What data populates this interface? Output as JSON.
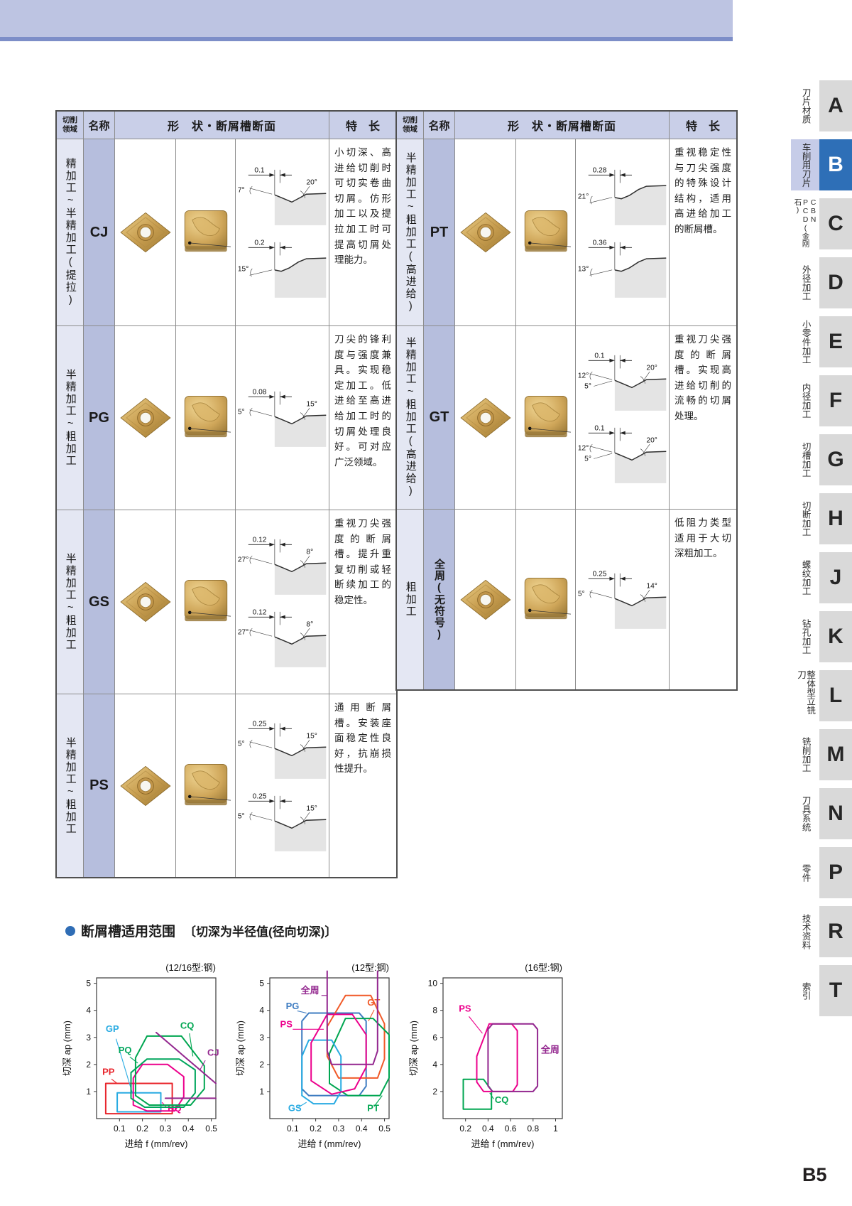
{
  "page_number": "B5",
  "section": {
    "title": "断屑槽适用范围",
    "note": "〔切深为半径值(径向切深)〕"
  },
  "colors": {
    "band": "#bdc4e2",
    "band_line": "#7d8ec8",
    "table_header_bg": "#c9cfe8",
    "area_col_bg": "#e4e7f3",
    "name_col_bg": "#b6bedd",
    "tab_bg": "#d9d9d9",
    "tab_active_bg": "#2e6fb7",
    "active_label_bg": "#c6cce8",
    "bullet": "#2f6db5",
    "insert_gold": "#c9a055"
  },
  "tables": [
    {
      "header": {
        "area": "切削领域",
        "name": "名称",
        "shape": "形　状・断屑槽断面",
        "feature": "特　长"
      },
      "rows": [
        {
          "area": "精加工~半精加工(提拉)",
          "name": "CJ",
          "feature": "小切深、高进给切削时可切实卷曲切屑。仿形加工以及提拉加工时可提高切屑处理能力。",
          "diagrams": [
            {
              "w": "0.1",
              "left": "7°",
              "right": "20°",
              "profile": "dip"
            },
            {
              "w": "0.2",
              "left": "15°",
              "right": "",
              "profile": "ramp"
            }
          ]
        },
        {
          "area": "半精加工~粗加工",
          "name": "PG",
          "feature": "刀尖的锋利度与强度兼具。实现稳定加工。低进给至高进给加工时的切屑处理良好。可对应广泛领域。",
          "diagrams": [
            {
              "w": "0.08",
              "left": "5°",
              "right": "15°",
              "profile": "dip"
            }
          ]
        },
        {
          "area": "半精加工~粗加工",
          "name": "GS",
          "feature": "重视刀尖强度的断屑槽。提升重复切削或轻断续加工的稳定性。",
          "diagrams": [
            {
              "w": "0.12",
              "left": "27°",
              "right": "8°",
              "profile": "dip"
            },
            {
              "w": "0.12",
              "left": "27°",
              "right": "8°",
              "profile": "dip"
            }
          ]
        },
        {
          "area": "半精加工~粗加工",
          "name": "PS",
          "feature": "通用断屑槽。安装座面稳定性良好，抗崩损性提升。",
          "diagrams": [
            {
              "w": "0.25",
              "left": "5°",
              "right": "15°",
              "profile": "dip"
            },
            {
              "w": "0.25",
              "left": "5°",
              "right": "15°",
              "profile": "dip"
            }
          ]
        }
      ]
    },
    {
      "header": {
        "area": "切削领域",
        "name": "名称",
        "shape": "形　状・断屑槽断面",
        "feature": "特　长"
      },
      "rows": [
        {
          "area": "半精加工~粗加工(高进给)",
          "name": "PT",
          "feature": "重视稳定性与刀尖强度的特殊设计结构，适用高进给加工的断屑槽。",
          "diagrams": [
            {
              "w": "0.28",
              "left": "21°",
              "right": "",
              "profile": "ramp"
            },
            {
              "w": "0.36",
              "left": "13°",
              "right": "",
              "profile": "ramp"
            }
          ]
        },
        {
          "area": "半精加工~粗加工(高进给)",
          "name": "GT",
          "feature": "重视刀尖强度的断屑槽。实现高进给切削的流畅的切屑处理。",
          "diagrams": [
            {
              "w": "0.1",
              "left": "12°",
              "left2": "5°",
              "right": "20°",
              "profile": "dip"
            },
            {
              "w": "0.1",
              "left": "12°",
              "left2": "5°",
              "right": "20°",
              "profile": "dip"
            }
          ]
        },
        {
          "area": "粗加工",
          "name": "全周(无符号)",
          "name_vertical": true,
          "feature": "低阻力类型适用于大切深粗加工。",
          "diagrams": [
            {
              "w": "0.25",
              "left": "5°",
              "right": "14°",
              "profile": "dip"
            }
          ]
        }
      ]
    }
  ],
  "sidebar": {
    "items": [
      {
        "letter": "A",
        "label": "刀片材质"
      },
      {
        "letter": "B",
        "label": "车削用刀片",
        "active": true
      },
      {
        "letter": "C",
        "label": "CBN\nPCD(金刚石)",
        "small": true
      },
      {
        "letter": "D",
        "label": "外径加工"
      },
      {
        "letter": "E",
        "label": "小零件加工"
      },
      {
        "letter": "F",
        "label": "内径加工"
      },
      {
        "letter": "G",
        "label": "切槽加工"
      },
      {
        "letter": "H",
        "label": "切断加工"
      },
      {
        "letter": "J",
        "label": "螺纹加工"
      },
      {
        "letter": "K",
        "label": "钻孔加工"
      },
      {
        "letter": "L",
        "label": "整体型立铣刀"
      },
      {
        "letter": "M",
        "label": "铣削加工"
      },
      {
        "letter": "N",
        "label": "刀具系统"
      },
      {
        "letter": "P",
        "label": "零件"
      },
      {
        "letter": "R",
        "label": "技术资料"
      },
      {
        "letter": "T",
        "label": "索引"
      }
    ]
  },
  "chart_data": [
    {
      "type": "area",
      "title": "(12/16型:钢)",
      "xlabel": "进给 f (mm/rev)",
      "ylabel": "切深 ap (mm)",
      "xlim": [
        0,
        0.52
      ],
      "ylim": [
        0,
        5.2
      ],
      "xticks": [
        0.1,
        0.2,
        0.3,
        0.4,
        0.5
      ],
      "yticks": [
        1,
        2,
        3,
        4,
        5
      ],
      "series": [
        {
          "name": "PP",
          "color": "#e8262d",
          "closed": true,
          "points": [
            [
              0.04,
              0.18
            ],
            [
              0.33,
              0.18
            ],
            [
              0.33,
              1.3
            ],
            [
              0.04,
              1.3
            ]
          ],
          "label_pos": [
            0.025,
            1.62
          ],
          "leader": [
            [
              0.065,
              1.46
            ],
            [
              0.09,
              1.3
            ]
          ]
        },
        {
          "name": "GP",
          "color": "#29abe2",
          "closed": true,
          "points": [
            [
              0.09,
              0.25
            ],
            [
              0.28,
              0.25
            ],
            [
              0.28,
              0.95
            ],
            [
              0.09,
              0.95
            ]
          ],
          "label_pos": [
            0.04,
            3.2
          ],
          "leader": [
            [
              0.085,
              2.95
            ],
            [
              0.155,
              0.97
            ]
          ]
        },
        {
          "name": "HQ",
          "color": "#ec008c",
          "closed": true,
          "points": [
            [
              0.16,
              0.5
            ],
            [
              0.22,
              0.28
            ],
            [
              0.34,
              0.28
            ],
            [
              0.38,
              0.8
            ],
            [
              0.38,
              1.55
            ],
            [
              0.31,
              2.0
            ],
            [
              0.2,
              2.0
            ],
            [
              0.16,
              1.5
            ]
          ],
          "label_pos": [
            0.31,
            0.26
          ],
          "leader": [
            [
              0.305,
              0.42
            ],
            [
              0.285,
              0.6
            ]
          ]
        },
        {
          "name": "PQ",
          "color": "#00a65d",
          "closed": true,
          "points": [
            [
              0.15,
              0.75
            ],
            [
              0.21,
              0.42
            ],
            [
              0.38,
              0.42
            ],
            [
              0.43,
              0.95
            ],
            [
              0.43,
              1.8
            ],
            [
              0.36,
              2.2
            ],
            [
              0.22,
              2.2
            ],
            [
              0.15,
              1.7
            ]
          ],
          "label_pos": [
            0.095,
            2.42
          ],
          "leader": [
            [
              0.145,
              2.28
            ],
            [
              0.18,
              2.05
            ]
          ]
        },
        {
          "name": "CQ",
          "color": "#00a651",
          "closed": true,
          "points": [
            [
              0.17,
              0.85
            ],
            [
              0.23,
              0.5
            ],
            [
              0.41,
              0.5
            ],
            [
              0.47,
              1.1
            ],
            [
              0.47,
              1.95
            ],
            [
              0.37,
              3.05
            ],
            [
              0.22,
              3.05
            ],
            [
              0.17,
              2.25
            ]
          ],
          "label_pos": [
            0.365,
            3.32
          ],
          "leader": [
            [
              0.405,
              3.15
            ],
            [
              0.42,
              2.3
            ]
          ]
        },
        {
          "name": "CJ",
          "color": "#93278f",
          "closed": false,
          "points": [
            [
              0.26,
              3.18
            ],
            [
              0.52,
              1.3
            ]
          ],
          "points2": [
            [
              0.3,
              0.75
            ],
            [
              0.52,
              0.75
            ]
          ],
          "label_pos": [
            0.483,
            2.32
          ],
          "leader": [
            [
              0.474,
              2.15
            ],
            [
              0.452,
              1.82
            ]
          ]
        }
      ]
    },
    {
      "type": "area",
      "title": "(12型:钢)",
      "xlabel": "进给 f (mm/rev)",
      "ylabel": "切深 ap (mm)",
      "xlim": [
        0,
        0.52
      ],
      "ylim": [
        0,
        5.2
      ],
      "xticks": [
        0.1,
        0.2,
        0.3,
        0.4,
        0.5
      ],
      "yticks": [
        1,
        2,
        3,
        4,
        5
      ],
      "series": [
        {
          "name": "PG",
          "color": "#3e7cc1",
          "closed": true,
          "points": [
            [
              0.14,
              1.1
            ],
            [
              0.17,
              0.85
            ],
            [
              0.39,
              0.85
            ],
            [
              0.42,
              1.2
            ],
            [
              0.42,
              3.6
            ],
            [
              0.39,
              3.9
            ],
            [
              0.17,
              3.9
            ],
            [
              0.14,
              3.6
            ]
          ],
          "label_pos": [
            0.07,
            4.05
          ],
          "leader": [
            [
              0.12,
              3.98
            ],
            [
              0.16,
              3.9
            ]
          ]
        },
        {
          "name": "GT",
          "color": "#f15a29",
          "closed": true,
          "points": [
            [
              0.25,
              2.3
            ],
            [
              0.3,
              1.5
            ],
            [
              0.47,
              1.5
            ],
            [
              0.5,
              2.2
            ],
            [
              0.5,
              3.5
            ],
            [
              0.44,
              4.55
            ],
            [
              0.33,
              4.55
            ],
            [
              0.25,
              3.4
            ]
          ],
          "label_pos": [
            0.425,
            4.18
          ],
          "leader": [
            [
              0.455,
              4.02
            ],
            [
              0.43,
              3.6
            ]
          ]
        },
        {
          "name": "PT",
          "color": "#00a651",
          "closed": true,
          "points": [
            [
              0.26,
              1.3
            ],
            [
              0.34,
              0.85
            ],
            [
              0.48,
              0.85
            ],
            [
              0.52,
              1.5
            ],
            [
              0.52,
              3.1
            ],
            [
              0.45,
              3.7
            ],
            [
              0.33,
              3.7
            ],
            [
              0.26,
              2.4
            ]
          ],
          "label_pos": [
            0.425,
            0.28
          ],
          "leader": [
            [
              0.455,
              0.45
            ],
            [
              0.49,
              0.85
            ]
          ]
        },
        {
          "name": "GS",
          "color": "#29abe2",
          "closed": true,
          "points": [
            [
              0.14,
              0.85
            ],
            [
              0.19,
              0.55
            ],
            [
              0.28,
              0.55
            ],
            [
              0.31,
              1.0
            ],
            [
              0.31,
              2.3
            ],
            [
              0.27,
              2.9
            ],
            [
              0.17,
              2.9
            ],
            [
              0.14,
              2.3
            ]
          ],
          "label_pos": [
            0.08,
            0.28
          ],
          "leader": [
            [
              0.125,
              0.42
            ],
            [
              0.16,
              0.6
            ]
          ]
        },
        {
          "name": "PS",
          "color": "#ec008c",
          "closed": true,
          "points": [
            [
              0.18,
              1.4
            ],
            [
              0.27,
              0.9
            ],
            [
              0.37,
              1.1
            ],
            [
              0.42,
              1.9
            ],
            [
              0.42,
              3.1
            ],
            [
              0.36,
              3.85
            ],
            [
              0.25,
              3.85
            ],
            [
              0.18,
              2.8
            ]
          ],
          "label_pos": [
            0.045,
            3.38
          ],
          "leader": [
            [
              0.1,
              3.3
            ],
            [
              0.235,
              3.3
            ]
          ]
        },
        {
          "name": "全周",
          "color": "#93278f",
          "closed": false,
          "points": [
            [
              0.25,
              5.45
            ],
            [
              0.25,
              2.5
            ],
            [
              0.27,
              2.0
            ],
            [
              0.45,
              2.0
            ],
            [
              0.47,
              2.5
            ],
            [
              0.47,
              5.45
            ]
          ],
          "label_pos": [
            0.135,
            4.62
          ],
          "leader": [
            [
              0.225,
              4.55
            ],
            [
              0.25,
              4.55
            ]
          ]
        }
      ]
    },
    {
      "type": "area",
      "title": "(16型:钢)",
      "xlabel": "进给 f (mm/rev)",
      "ylabel": "切深 ap (mm)",
      "xlim": [
        0,
        1.06
      ],
      "ylim": [
        0,
        10.4
      ],
      "xticks": [
        0.2,
        0.4,
        0.6,
        0.8,
        1.0
      ],
      "yticks": [
        2,
        4,
        6,
        8,
        10
      ],
      "series": [
        {
          "name": "CQ",
          "color": "#00a651",
          "closed": true,
          "points": [
            [
              0.18,
              0.7
            ],
            [
              0.43,
              0.7
            ],
            [
              0.43,
              2.1
            ],
            [
              0.36,
              2.9
            ],
            [
              0.18,
              2.9
            ]
          ],
          "label_pos": [
            0.46,
            1.15
          ],
          "leader": [
            [
              0.45,
              1.45
            ],
            [
              0.415,
              1.9
            ]
          ]
        },
        {
          "name": "PS",
          "color": "#ec008c",
          "closed": true,
          "points": [
            [
              0.3,
              2.7
            ],
            [
              0.36,
              2.0
            ],
            [
              0.62,
              2.0
            ],
            [
              0.66,
              2.5
            ],
            [
              0.66,
              6.5
            ],
            [
              0.61,
              7.0
            ],
            [
              0.41,
              7.0
            ],
            [
              0.3,
              4.6
            ]
          ],
          "label_pos": [
            0.14,
            7.9
          ],
          "leader": [
            [
              0.23,
              7.55
            ],
            [
              0.35,
              6.3
            ]
          ]
        },
        {
          "name": "全周",
          "color": "#93278f",
          "closed": true,
          "points": [
            [
              0.4,
              2.4
            ],
            [
              0.44,
              2.0
            ],
            [
              0.8,
              2.0
            ],
            [
              0.84,
              2.4
            ],
            [
              0.84,
              6.6
            ],
            [
              0.8,
              7.0
            ],
            [
              0.44,
              7.0
            ],
            [
              0.4,
              6.6
            ]
          ],
          "label_pos": [
            0.87,
            4.85
          ]
        }
      ]
    }
  ]
}
